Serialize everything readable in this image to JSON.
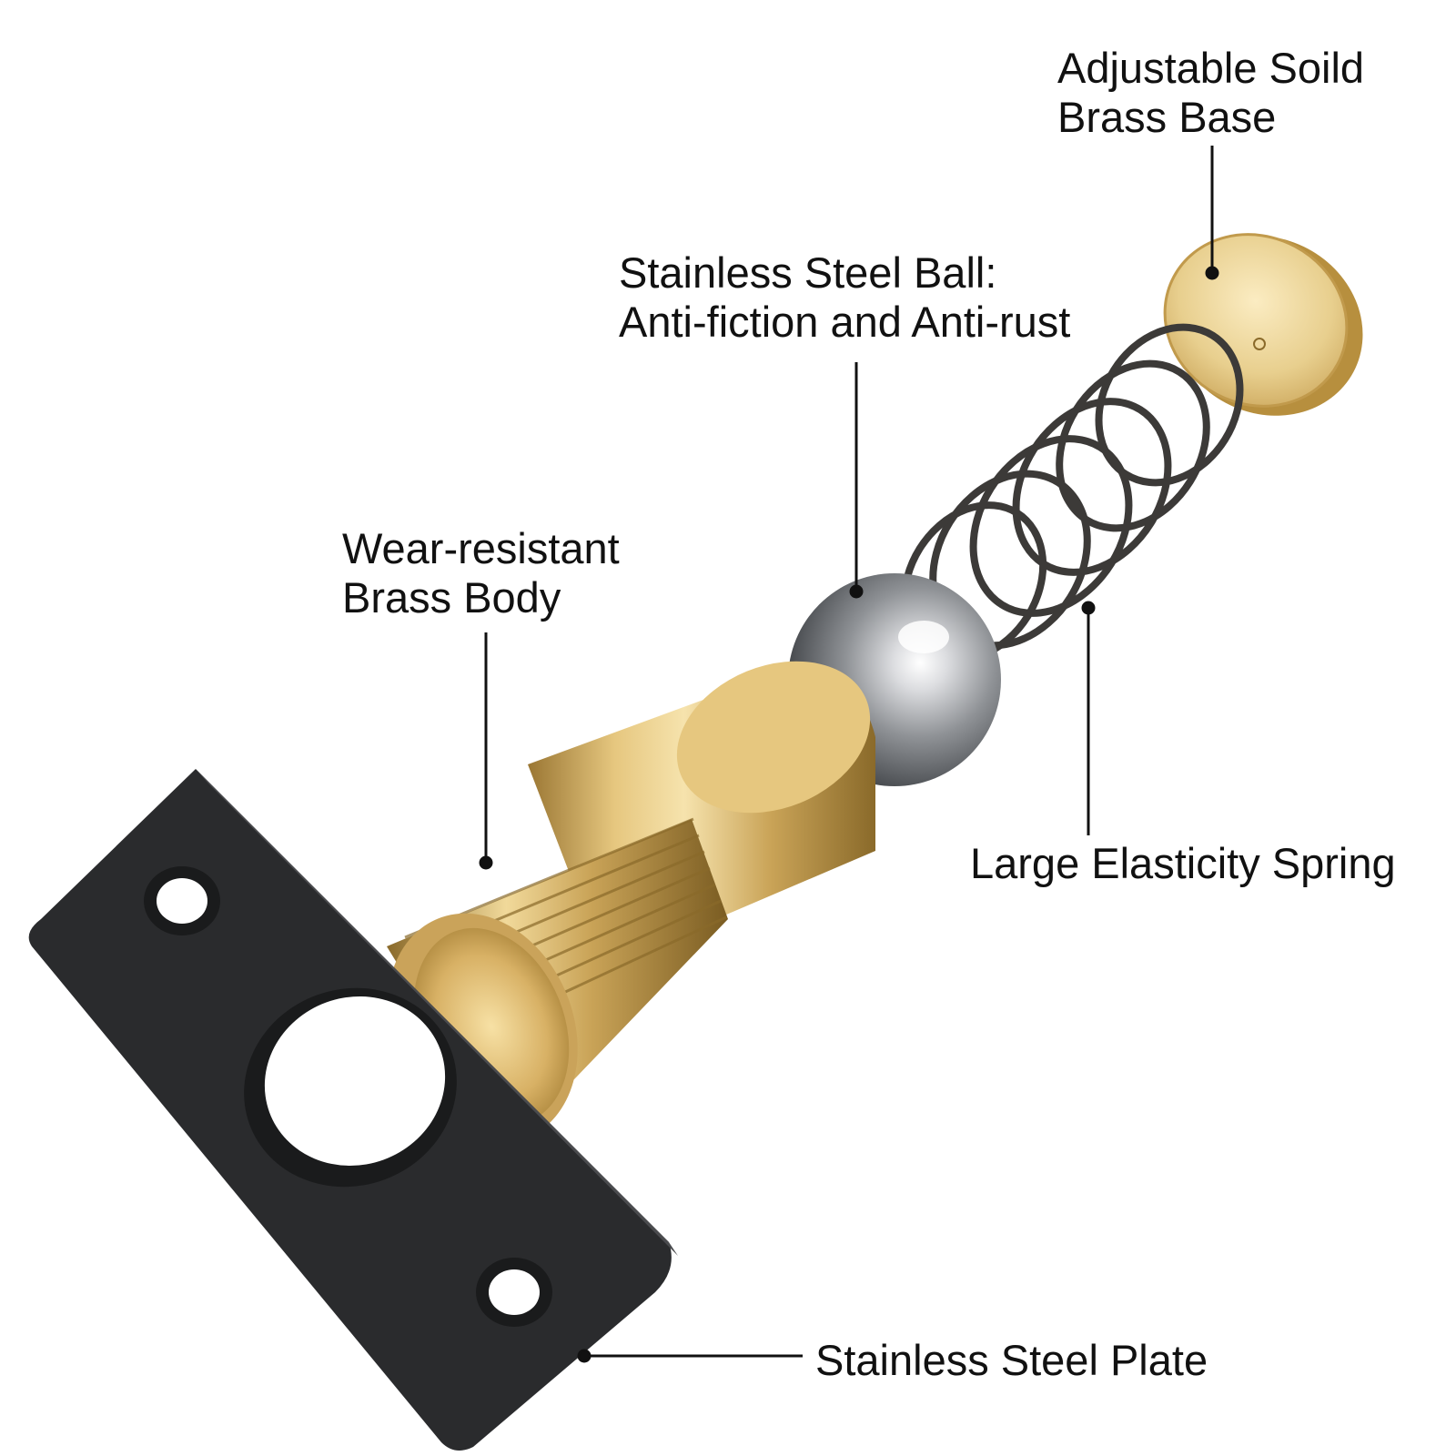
{
  "labels": {
    "base": {
      "line1": "Adjustable Soild",
      "line2": "Brass Base"
    },
    "ball": {
      "line1": "Stainless Steel Ball:",
      "line2": "Anti-fiction and Anti-rust"
    },
    "body": {
      "line1": "Wear-resistant",
      "line2": "Brass Body"
    },
    "spring": {
      "line1": "Large Elasticity Spring"
    },
    "plate": {
      "line1": "Stainless Steel Plate"
    }
  },
  "colors": {
    "plate": "#2a2b2d",
    "brass": "#c9a357",
    "brass_light": "#f1d99a",
    "brass_dark": "#8a6a2a",
    "steel": "#8f9296",
    "spring": "#3c3a38",
    "leader": "#111111"
  }
}
